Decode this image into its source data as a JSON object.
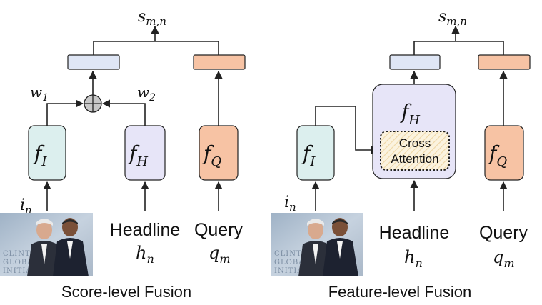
{
  "left_panel": {
    "caption": "Score-level Fusion",
    "output": {
      "base": "s",
      "sub": "m,n"
    },
    "weight_1": {
      "base": "w",
      "sub": "1"
    },
    "weight_2": {
      "base": "w",
      "sub": "2"
    },
    "image_encoder": {
      "base": "f",
      "sub": "I"
    },
    "headline_encoder": {
      "base": "f",
      "sub": "H"
    },
    "query_encoder": {
      "base": "f",
      "sub": "Q"
    },
    "image_input": {
      "base": "i",
      "sub": "n"
    },
    "headline_input": {
      "label": "Headline",
      "base": "h",
      "sub": "n"
    },
    "query_input": {
      "label": "Query",
      "base": "q",
      "sub": "m"
    },
    "image_caption_text": [
      "CLINTO",
      "GLOBA",
      "INITIATI"
    ]
  },
  "right_panel": {
    "caption": "Feature-level Fusion",
    "output": {
      "base": "s",
      "sub": "m,n"
    },
    "image_encoder": {
      "base": "f",
      "sub": "I"
    },
    "headline_encoder": {
      "base": "f",
      "sub": "H"
    },
    "cross_attention": {
      "line1": "Cross",
      "line2": "Attention"
    },
    "query_encoder": {
      "base": "f",
      "sub": "Q"
    },
    "image_input": {
      "base": "i",
      "sub": "n"
    },
    "headline_input": {
      "label": "Headline",
      "base": "h",
      "sub": "n"
    },
    "query_input": {
      "label": "Query",
      "base": "q",
      "sub": "m"
    },
    "image_caption_text": [
      "CLINTO",
      "GLOBA",
      "INITIATI"
    ]
  },
  "colors": {
    "image_encoder_fill": "#dcefee",
    "headline_encoder_fill": "#e7e5f8",
    "query_encoder_fill": "#f7c3a4",
    "fused_embedding_fill": "#dfe6f5",
    "query_embedding_fill": "#f7c3a4",
    "cross_attention_fill": "#fbf1dc",
    "sum_node_fill": "#c8c8c8"
  }
}
